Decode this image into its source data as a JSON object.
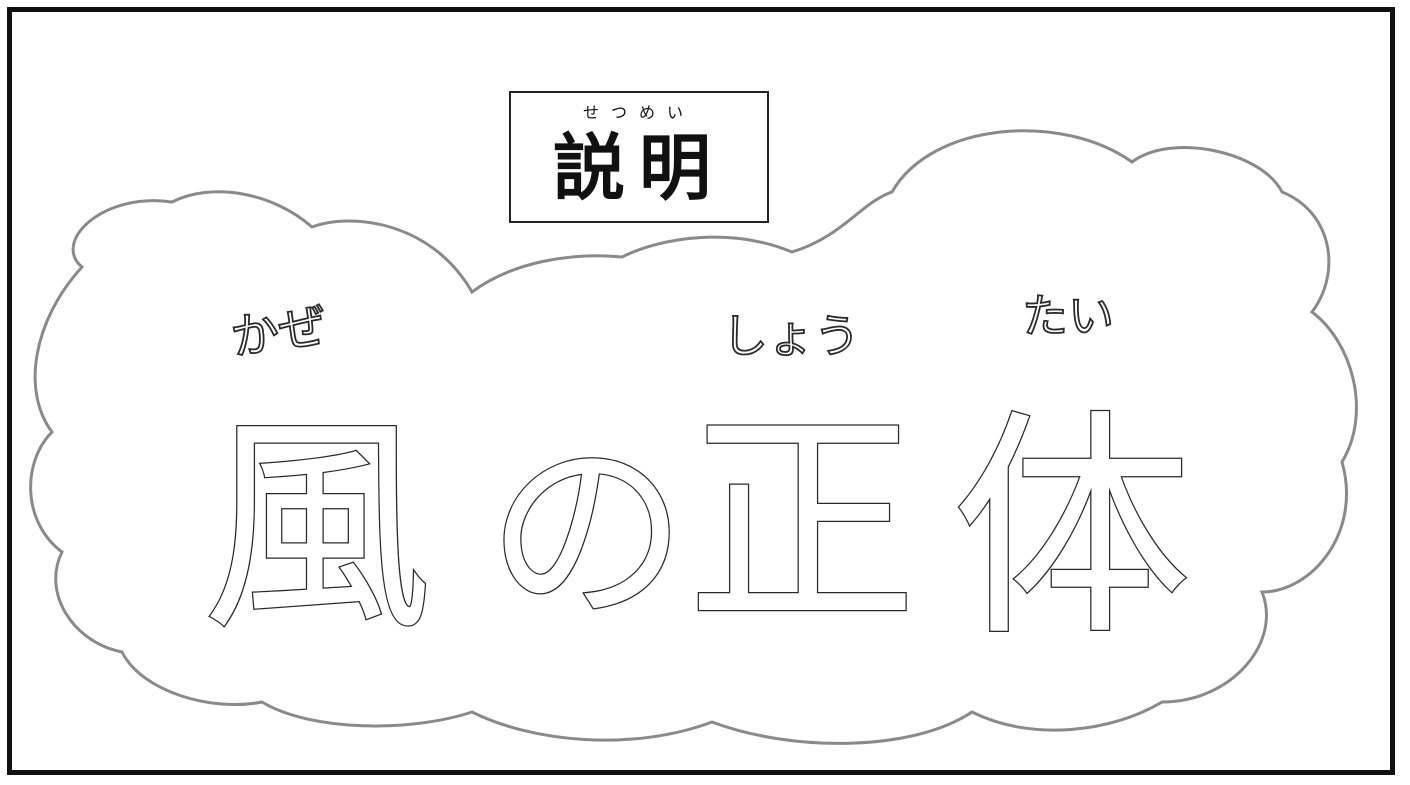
{
  "header": {
    "ruby": "せつめい",
    "label": "説明"
  },
  "title": {
    "chars": [
      {
        "char": "風",
        "ruby": "かぜ"
      },
      {
        "char": "の",
        "ruby": ""
      },
      {
        "char": "正",
        "ruby": "しょう"
      },
      {
        "char": "体",
        "ruby": "たい"
      }
    ]
  },
  "colors": {
    "frame": "#111111",
    "cloud_outline": "#888888",
    "text_outline": "#2a2a2a"
  }
}
